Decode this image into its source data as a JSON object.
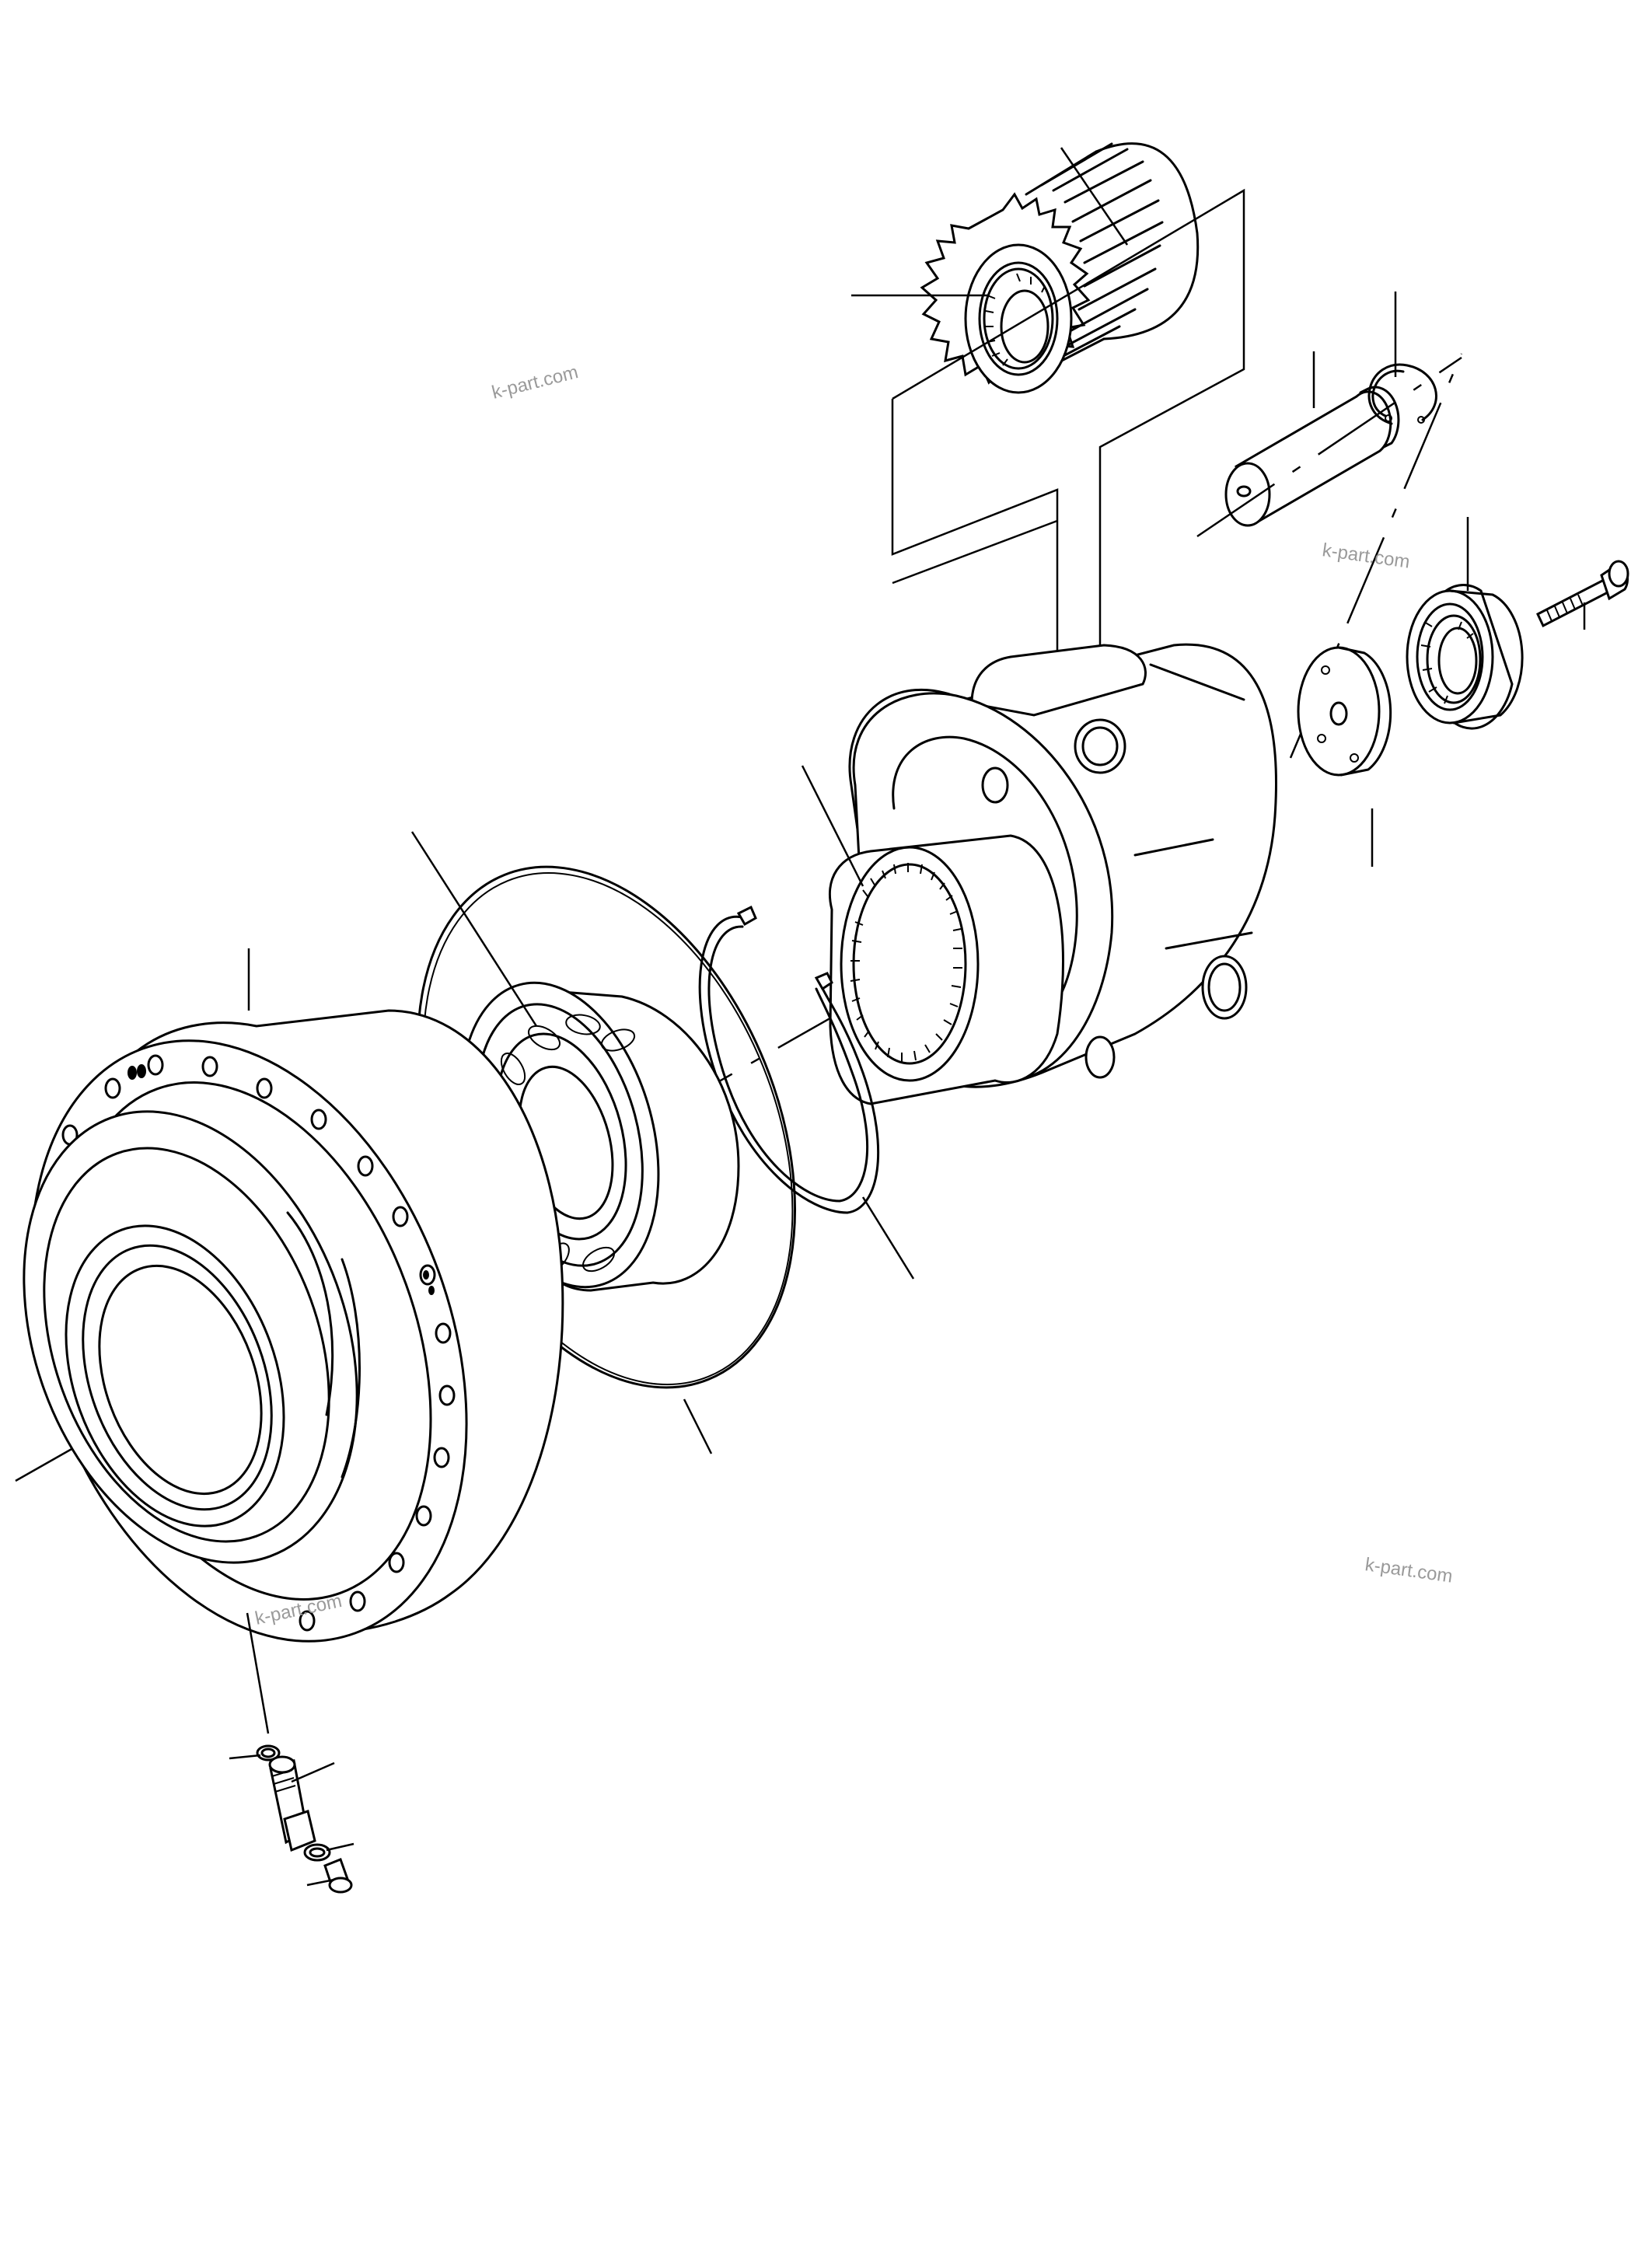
{
  "watermarks": [
    "k-part.com",
    "k-part.com",
    "k-part.com",
    "k-part.com"
  ],
  "parts": [
    {
      "name": "planet-gear",
      "icon": "spur-gear-icon"
    },
    {
      "name": "planet-gear-bearing",
      "icon": "needle-bearing-icon"
    },
    {
      "name": "planet-shaft",
      "icon": "shaft-icon"
    },
    {
      "name": "snap-ring-small",
      "icon": "snap-ring-icon"
    },
    {
      "name": "ball-bearing",
      "icon": "ball-bearing-icon"
    },
    {
      "name": "cap-bolt",
      "icon": "bolt-icon"
    },
    {
      "name": "thrust-washer",
      "icon": "washer-icon"
    },
    {
      "name": "planet-carrier",
      "icon": "carrier-icon"
    },
    {
      "name": "spline-hub",
      "icon": "spline-icon"
    },
    {
      "name": "snap-ring-large",
      "icon": "snap-ring-icon"
    },
    {
      "name": "roller-bearing",
      "icon": "roller-bearing-icon"
    },
    {
      "name": "seal-gasket",
      "icon": "gasket-icon"
    },
    {
      "name": "wheel-hub-housing",
      "icon": "housing-icon"
    },
    {
      "name": "drain-fitting",
      "icon": "fitting-icon"
    },
    {
      "name": "o-ring",
      "icon": "o-ring-icon"
    },
    {
      "name": "drain-plug",
      "icon": "plug-icon"
    }
  ]
}
